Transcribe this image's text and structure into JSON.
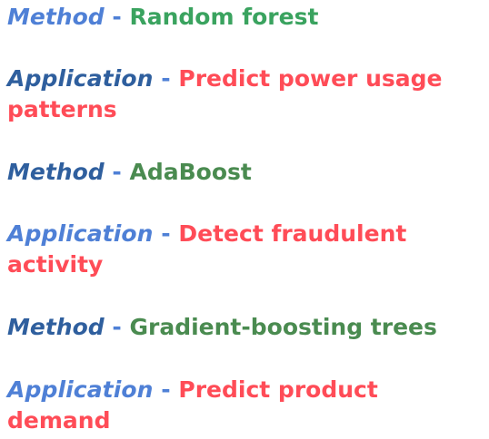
{
  "separator": "-",
  "colors": {
    "label_blue": "#4f80d6",
    "label_dark_blue": "#2f5f9e",
    "method_green": "#3aa35f",
    "method_dark_green": "#4a8b50",
    "application_red": "#ff4c57"
  },
  "entries": [
    {
      "label": "Method",
      "text": "Random forest"
    },
    {
      "label": "Application",
      "text": "Predict power usage patterns"
    },
    {
      "label": "Method",
      "text": "AdaBoost"
    },
    {
      "label": "Application",
      "text": "Detect fraudulent activity"
    },
    {
      "label": "Method",
      "text": "Gradient-boosting trees"
    },
    {
      "label": "Application",
      "text": "Predict product demand"
    }
  ]
}
